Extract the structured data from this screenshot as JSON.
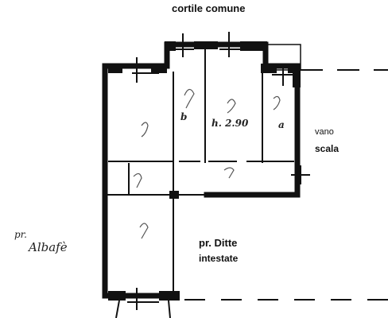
{
  "labels": {
    "top": "cortile comune",
    "stair_1": "vano",
    "stair_2": "scala",
    "owners_1": "pr. Ditte",
    "owners_2": "intestate",
    "neighbor_prefix": "pr.",
    "neighbor_name": "Albafè"
  },
  "room_marks": {
    "b": "b",
    "a": "a",
    "height": "h. 2.90"
  },
  "colors": {
    "wall": "#111111",
    "paper": "#ffffff"
  }
}
